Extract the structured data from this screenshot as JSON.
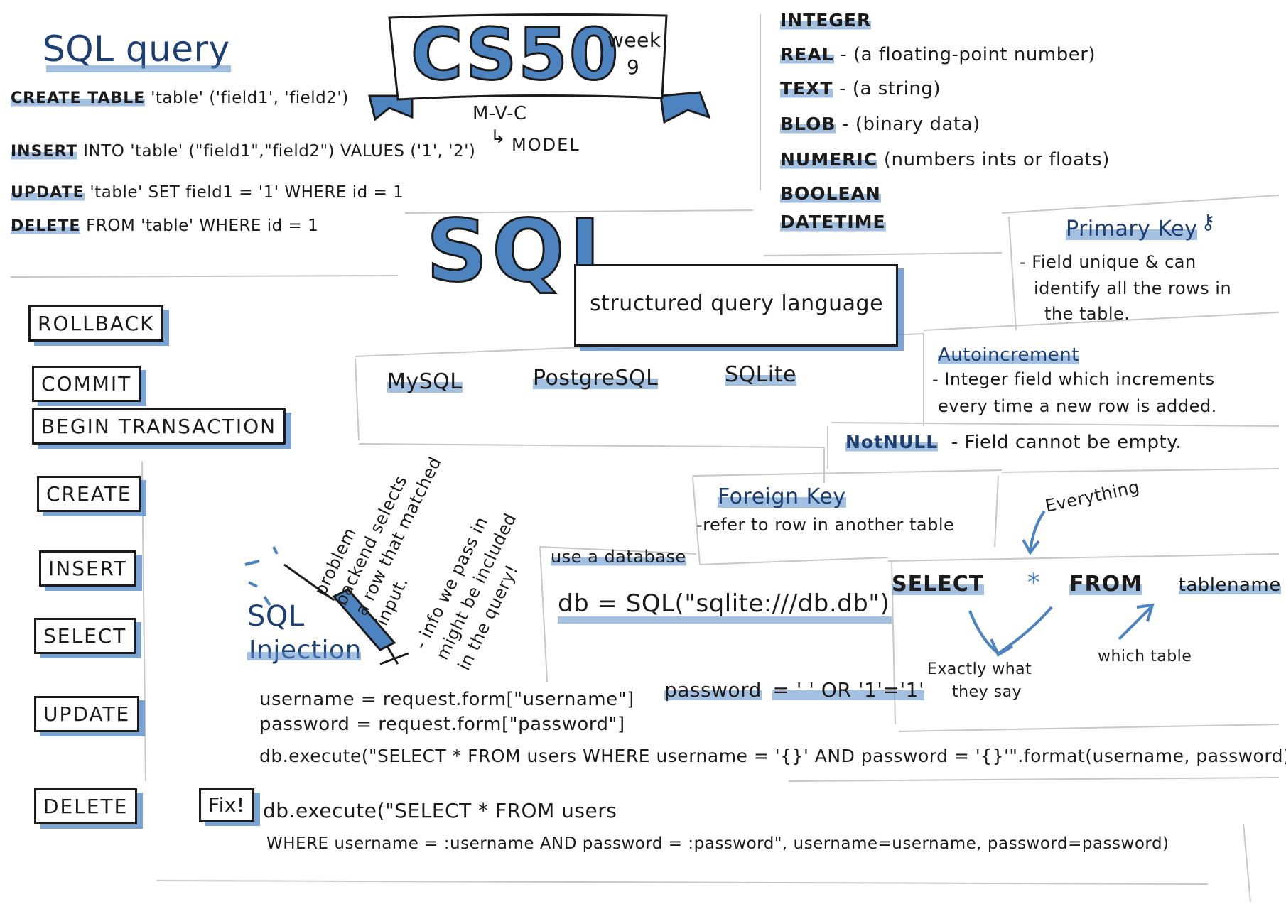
{
  "header": {
    "title": "CS50",
    "week_label": "week",
    "week_num": "9",
    "mvc": "M-V-C",
    "model": "MODEL"
  },
  "query_section": {
    "title": "SQL query",
    "lines": [
      {
        "kw": "CREATE TABLE",
        "rest": " 'table' ('field1', 'field2')"
      },
      {
        "kw": "INSERT",
        "rest": " INTO 'table' (\"field1\",\"field2\") VALUES ('1', '2')"
      },
      {
        "kw": "UPDATE",
        "rest": " 'table' SET field1 = '1' WHERE id = 1"
      },
      {
        "kw": "DELETE",
        "rest": " FROM 'table' WHERE id = 1"
      }
    ]
  },
  "types": [
    {
      "name": "INTEGER",
      "desc": ""
    },
    {
      "name": "REAL",
      "desc": " - (a floating-point number)"
    },
    {
      "name": "TEXT",
      "desc": " - (a string)"
    },
    {
      "name": "BLOB",
      "desc": " - (binary data)"
    },
    {
      "name": "NUMERIC",
      "desc": " (numbers ints or floats)"
    },
    {
      "name": "BOOLEAN",
      "desc": ""
    },
    {
      "name": "DATETIME",
      "desc": ""
    }
  ],
  "sql_title": "SQL",
  "sql_subtitle": "structured query language",
  "dialects": [
    "MySQL",
    "PostgreSQL",
    "SQLite"
  ],
  "primary_key": {
    "title": "Primary Key",
    "desc": [
      "- Field unique & can",
      "identify all the rows in",
      "the table."
    ]
  },
  "autoincrement": {
    "title": "Autoincrement",
    "desc": [
      "- Integer field which increments",
      "every time a new row is added."
    ]
  },
  "notnull": {
    "title": "NotNULL",
    "desc": "- Field cannot be empty."
  },
  "foreign_key": {
    "title": "Foreign Key",
    "desc": "-refer to row in another table"
  },
  "commands": [
    "ROLLBACK",
    "COMMIT",
    "BEGIN TRANSACTION",
    "CREATE",
    "INSERT",
    "SELECT",
    "UPDATE",
    "DELETE"
  ],
  "injection": {
    "title_1": "SQL",
    "title_2": "Injection",
    "diag": [
      "problem",
      "backend selects",
      "a row that matched",
      "input.",
      "- info we pass in",
      "might be included",
      "in the query!"
    ]
  },
  "database": {
    "label": "use a database",
    "code": "db = SQL(\"sqlite:///db.db\")"
  },
  "select": {
    "everything": "Everything",
    "kw_select": "SELECT",
    "star": "*",
    "kw_from": "FROM",
    "table": "tablename",
    "note_exact": [
      "Exactly what",
      "they say"
    ],
    "note_table": "which table"
  },
  "exploit": {
    "line1": "username = request.form[\"username\"]",
    "line2": "password = request.form[\"password\"]",
    "pw_label": "password",
    "pw_value": "= ' ' OR '1'='1'",
    "line3": "db.execute(\"SELECT * FROM users WHERE username = '{}' AND password = '{}'\".format(username, password))"
  },
  "fix": {
    "label": "Fix!",
    "line1": "db.execute(\"SELECT * FROM users",
    "line2": "WHERE username = :username AND password = :password\", username=username, password=password)"
  }
}
